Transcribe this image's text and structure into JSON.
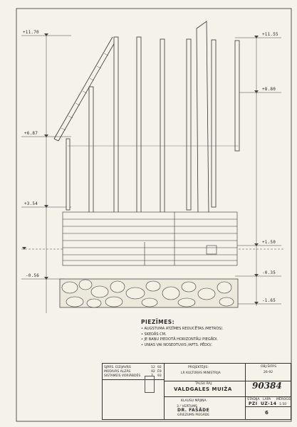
{
  "levels_left": [
    "+11.70",
    "+6.87",
    "+3.54",
    "-0.56"
  ],
  "levels_right": [
    "+11.55",
    "+8.80",
    "+1.50",
    "-0.35",
    "-1.65"
  ],
  "notes": {
    "title": "PIEZĪMES:",
    "items": [
      "AUGSTUMA ATZĪMES REDUCĒTAS /METROS/.",
      "SKEDĀS CM.",
      "JE BAŅU PIEDOTĀ HORIZONTĀLI PIEGĀDI.",
      "UNIAS VAI NOSEDTUVIS /APTS. PĒDO/."
    ]
  },
  "title_block": {
    "left_rows": [
      [
        "SJĀRS. EIZIJAVRS",
        "12",
        "92"
      ],
      [
        "MODIVĀS ALZĀS",
        "92",
        "Ē9"
      ],
      [
        "SISTAMEIS VORIĀBDĒS",
        "7",
        "93"
      ]
    ],
    "institution": "PROJEKTĒJIS:",
    "ministry": "LR KULTŪRAS MINISTRIJA",
    "county_label": "TALSU RAJ.",
    "project": "VALDGALES MUIŽA",
    "drawing_no": "90384",
    "code_label": "OBJ.ŠIFRS",
    "code_value": "26-92",
    "building": "KLAUSU MĀJIŅA",
    "section": "3.¹ VERTUMS",
    "section_name": "DR. FAŠĀDE",
    "subtitle": "GRIEZUMS PIEGĀDE",
    "col_headers": [
      "STADIJA",
      "LAPA",
      "MĒROGS"
    ],
    "stage": "PZI",
    "sheet": "UZ-14",
    "scale": "1:50",
    "sheet_mark": "6"
  }
}
